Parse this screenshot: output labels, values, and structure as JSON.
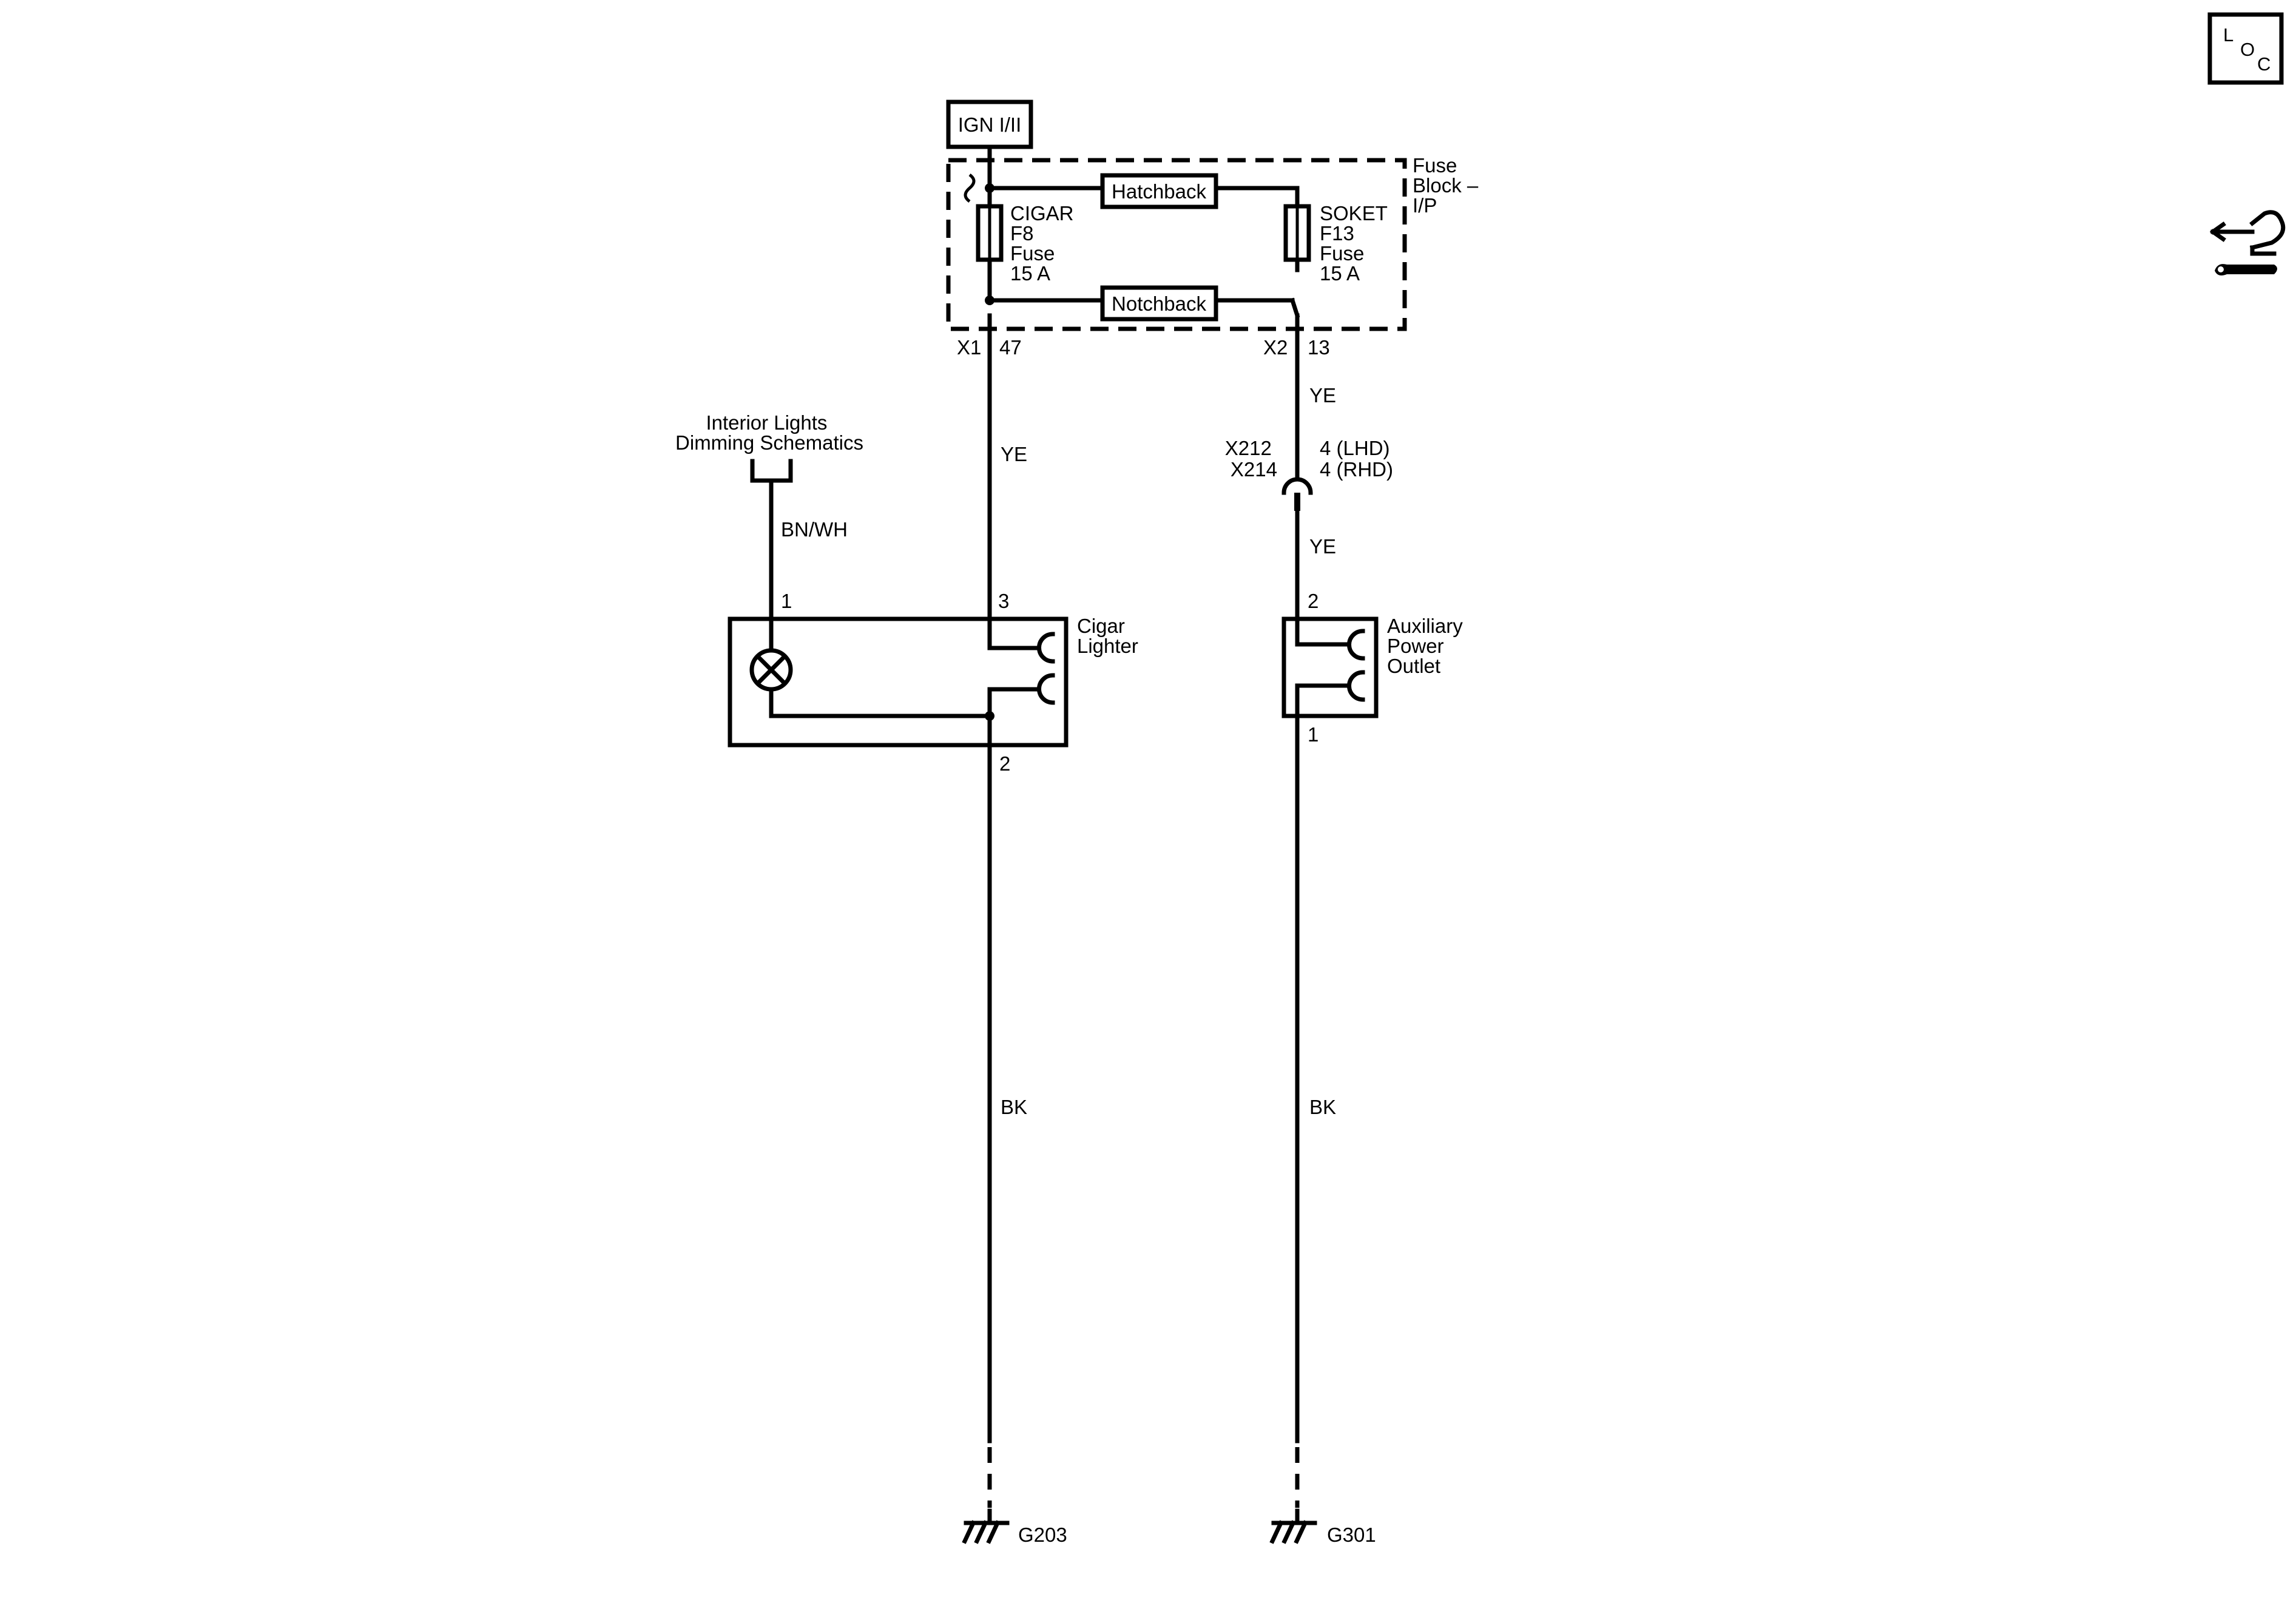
{
  "power_source": {
    "label": "IGN I/II"
  },
  "fuse_block": {
    "name_lines": [
      "Fuse",
      "Block –",
      "I/P"
    ],
    "fuse_left": {
      "lines": [
        "CIGAR",
        "F8",
        "Fuse",
        "15 A"
      ]
    },
    "fuse_right": {
      "lines": [
        "SOKET",
        "F13",
        "Fuse",
        "15 A"
      ]
    },
    "hatchback_label": "Hatchback",
    "notchback_label": "Notchback",
    "conn_left": {
      "connector": "X1",
      "pin": "47"
    },
    "conn_right": {
      "connector": "X2",
      "pin": "13"
    }
  },
  "wires": {
    "left_upper": "YE",
    "right_upper": "YE",
    "right_lower": "YE",
    "left_ground": "BK",
    "right_ground": "BK",
    "dimming": "BN/WH"
  },
  "inline_connector": {
    "names": [
      "X212",
      "X214"
    ],
    "pins": [
      "4 (LHD)",
      "4 (RHD)"
    ]
  },
  "reference": {
    "lines": [
      "Interior Lights",
      "Dimming Schematics"
    ]
  },
  "cigar_lighter": {
    "name_lines": [
      "Cigar",
      "Lighter"
    ],
    "pin_lamp": "1",
    "pin_feed": "3",
    "pin_ground": "2"
  },
  "aux_outlet": {
    "name_lines": [
      "Auxiliary",
      "Power",
      "Outlet"
    ],
    "pin_feed": "2",
    "pin_ground": "1"
  },
  "grounds": {
    "left": "G203",
    "right": "G301"
  },
  "corner_tag": {
    "letters": [
      "L",
      "O",
      "C"
    ]
  }
}
